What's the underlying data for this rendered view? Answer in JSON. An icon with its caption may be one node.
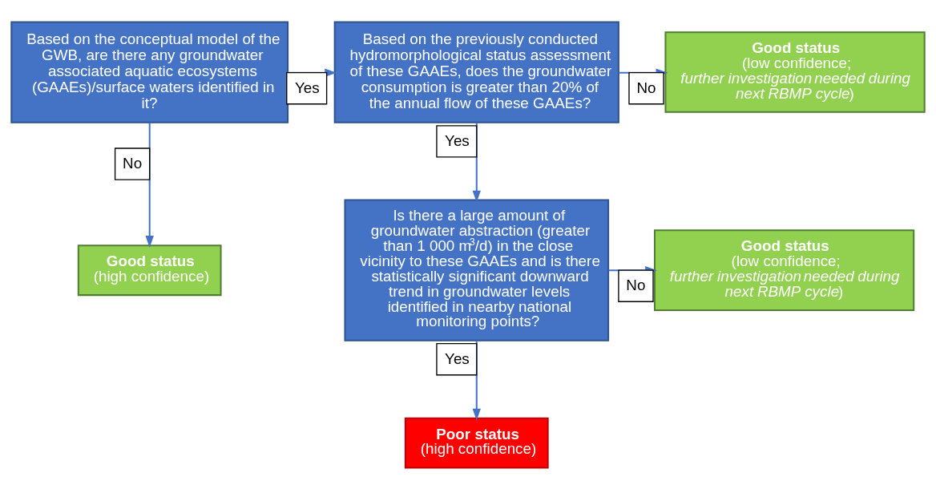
{
  "diagram": {
    "nodes": [
      {
        "text": [
          "Based on the conceptual model of the GWB, are there any groundwater associated aquatic ecosystems (GAAEs)/surface waters identified in it?"
        ]
      },
      {
        "text": [
          "Based on the previously conducted hydromorphological status assessment of these GAAEs, does the groundwater consumption is greater than 20% of the annual flow of these GAAEs?"
        ]
      },
      {
        "text": [
          "Good status",
          "(low confidence; *further investigation needed during next RBMP cycle*)"
        ]
      },
      {
        "text": [
          "Good status",
          "(high confidence)"
        ]
      },
      {
        "text": [
          "Is there a large amount of groundwater abstraction (greater than 1 000 m$^{3}$/d) in the close vicinity to these GAAEs and is there statistically significant downward trend in groundwater levels identified in nearby national monitoring points?"
        ]
      },
      {
        "text": [
          "Good status",
          "(low confidence; *further investigation needed during next RBMP cycle*)"
        ]
      },
      {
        "text": [
          "Poor status",
          "(high confidence)"
        ]
      }
    ],
    "edges": [
      {
        "from": 0,
        "to": 1,
        "arrow": "to",
        "label": "Yes"
      },
      {
        "from": 1,
        "to": 2,
        "arrow": "to",
        "label": "No"
      },
      {
        "from": 0,
        "to": 3,
        "arrow": "to",
        "label": "No"
      },
      {
        "from": 1,
        "to": 4,
        "arrow": "to",
        "label": "Yes"
      },
      {
        "from": 4,
        "to": 5,
        "arrow": "to",
        "label": "No"
      },
      {
        "from": 4,
        "to": 6,
        "arrow": "to",
        "label": "Yes"
      }
    ]
  }
}
